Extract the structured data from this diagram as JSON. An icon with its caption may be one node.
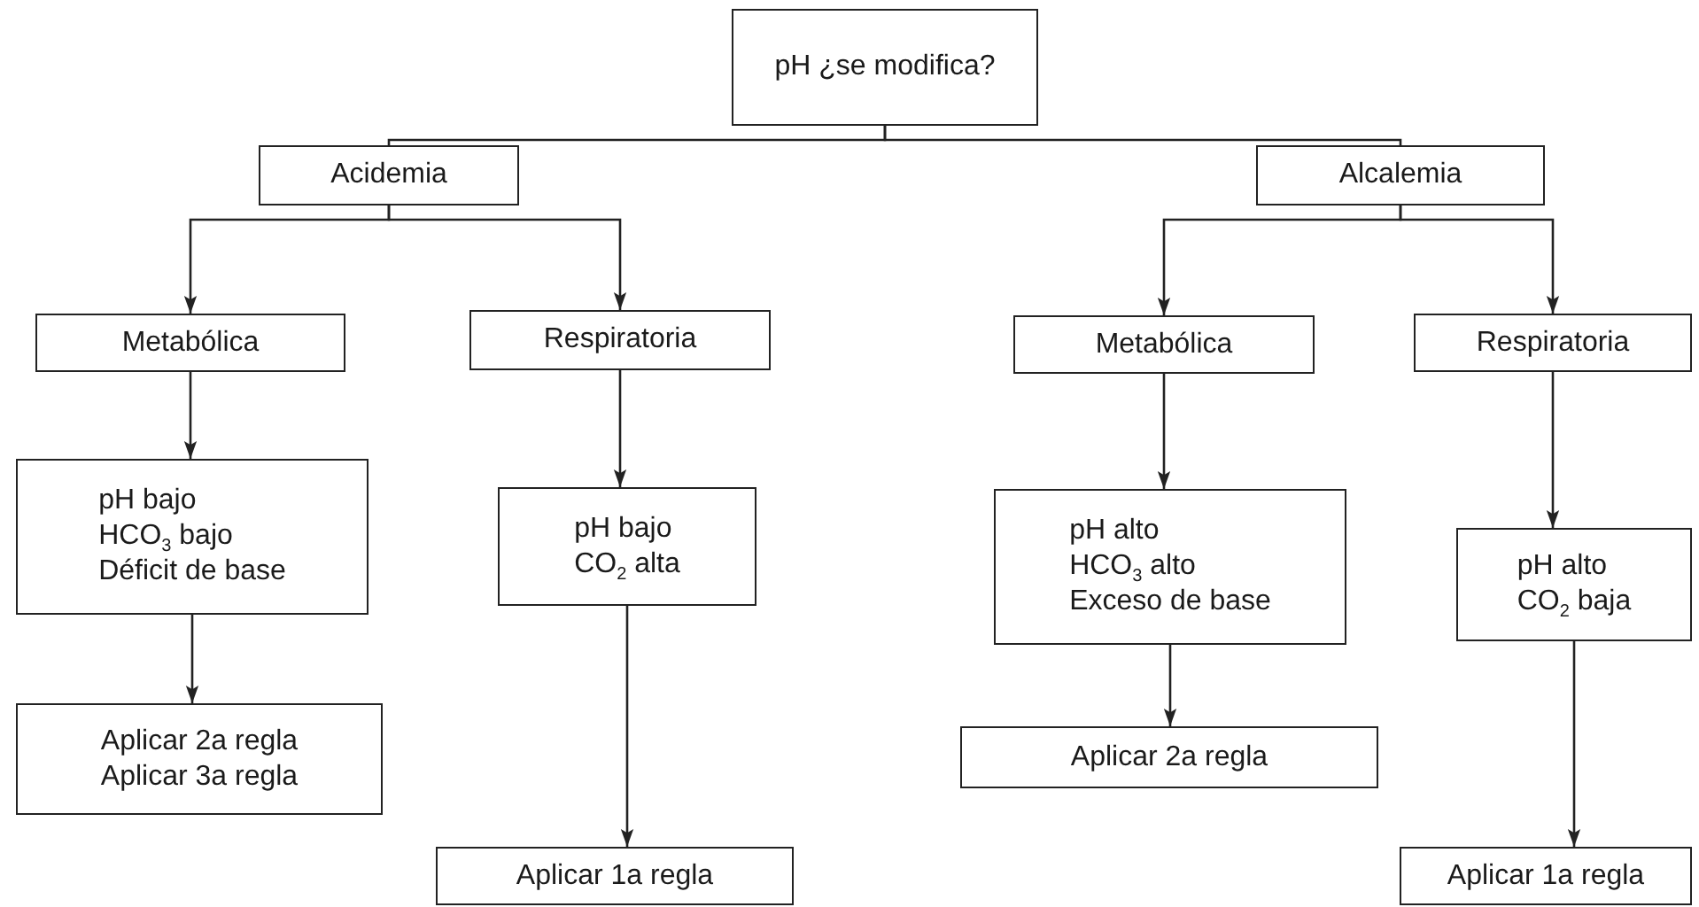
{
  "diagram": {
    "nodes": [
      {
        "text": [
          "pH ¿se modifica?"
        ]
      },
      {
        "text": [
          "Acidemia"
        ]
      },
      {
        "text": [
          "Alcalemia"
        ]
      },
      {
        "text": [
          "Metabólica"
        ]
      },
      {
        "text": [
          "Respiratoria"
        ]
      },
      {
        "text": [
          "Metabólica"
        ]
      },
      {
        "text": [
          "Respiratoria"
        ]
      },
      {
        "text": [
          "pH bajo",
          "HCO$_{3}$ bajo",
          "Déficit de base"
        ]
      },
      {
        "text": [
          "pH bajo",
          "CO$_{2}$ alta"
        ]
      },
      {
        "text": [
          "pH alto",
          "HCO$_{3}$ alto",
          "Exceso de base"
        ]
      },
      {
        "text": [
          "pH alto",
          "CO$_{2}$ baja"
        ]
      },
      {
        "text": [
          "Aplicar 2a regla",
          "Aplicar 3a regla"
        ]
      },
      {
        "text": [
          "Aplicar 2a regla"
        ]
      },
      {
        "text": [
          "Aplicar 1a regla"
        ]
      },
      {
        "text": [
          "Aplicar 1a regla"
        ]
      }
    ],
    "edges": [
      {
        "from": 0,
        "to": 1,
        "arrow": "none"
      },
      {
        "from": 0,
        "to": 2,
        "arrow": "none"
      },
      {
        "from": 1,
        "to": 3,
        "arrow": "to"
      },
      {
        "from": 1,
        "to": 4,
        "arrow": "to"
      },
      {
        "from": 3,
        "to": 7,
        "arrow": "to"
      },
      {
        "from": 7,
        "to": 11,
        "arrow": "to"
      },
      {
        "from": 4,
        "to": 8,
        "arrow": "to"
      },
      {
        "from": 8,
        "to": 13,
        "arrow": "to"
      },
      {
        "from": 2,
        "to": 5,
        "arrow": "to"
      },
      {
        "from": 2,
        "to": 6,
        "arrow": "to"
      },
      {
        "from": 5,
        "to": 9,
        "arrow": "to"
      },
      {
        "from": 9,
        "to": 12,
        "arrow": "to"
      },
      {
        "from": 6,
        "to": 10,
        "arrow": "to"
      },
      {
        "from": 10,
        "to": 14,
        "arrow": "to"
      }
    ]
  }
}
